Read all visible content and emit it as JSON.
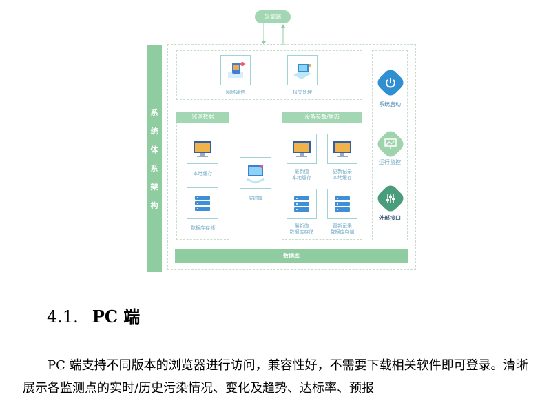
{
  "diagram": {
    "collector": "采集端",
    "side_title": [
      "系",
      "统",
      "体",
      "系",
      "架",
      "构"
    ],
    "top": {
      "network": "网络通信",
      "message": "报文处理"
    },
    "monitor": {
      "header": "监测数据",
      "local_cache": "本地缓存",
      "db_store": "数据库存储"
    },
    "realtime": "实时库",
    "device": {
      "header": "设备参数/状态",
      "latest_cache": [
        "最新值",
        "本地缓存"
      ],
      "update_cache": [
        "更新记录",
        "本地缓存"
      ],
      "latest_db": [
        "最新值",
        "数据库存储"
      ],
      "update_db": [
        "更新记录",
        "数据库存储"
      ]
    },
    "right": {
      "start": "系统启动",
      "monitor": "运行监控",
      "api": "外部接口"
    },
    "database": "数据库",
    "colors": {
      "green": "#8fcca0",
      "blue": "#2f8fd1",
      "teal": "#4a9d7a"
    }
  },
  "section": {
    "number": "4.1.",
    "title": "PC 端"
  },
  "paragraph": "PC 端支持不同版本的浏览器进行访问，兼容性好，不需要下载相关软件即可登录。清晰展示各监测点的实时/历史污染情况、变化及趋势、达标率、预报"
}
